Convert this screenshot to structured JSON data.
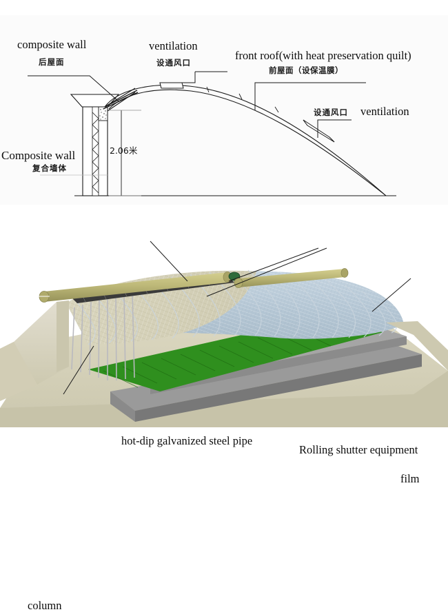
{
  "section_diagram": {
    "labels": {
      "composite_wall_top_en": "composite wall",
      "composite_wall_top_cn": "后屋面",
      "ventilation_top_en": "ventilation",
      "ventilation_top_cn": "设通风口",
      "front_roof_en": "front roof(with heat preservation quilt)",
      "front_roof_cn": "前屋面（设保温膜）",
      "ventilation_right_en": "ventilation",
      "ventilation_right_cn": "设通风口",
      "composite_wall_en": "Composite wall",
      "composite_wall_cn": "复合墙体",
      "wall_height": "2.06米"
    },
    "colors": {
      "background": "#fbfbfb",
      "line": "#1a1a1a",
      "thin_line": "#8c8c8c"
    }
  },
  "render_3d": {
    "labels": {
      "steel_pipe": "hot-dip galvanized steel pipe",
      "rolling_shutter": "Rolling shutter equipment",
      "film": "film",
      "column": "column"
    },
    "colors": {
      "wall": "#d8d4bc",
      "wall_shadow": "#c3bfa4",
      "wall_light": "#e4e0cb",
      "roller_pipe": "#bdb878",
      "roller_pipe_dark": "#9a9658",
      "motor": "#2f6b3a",
      "film": "#b9c9d6",
      "film_light": "#cfdbe4",
      "crop_green": "#2f8f1e",
      "crop_green_dark": "#1f6b12",
      "concrete": "#8f8f8f",
      "concrete_light": "#b5b5b5",
      "quilt_dark": "#3a3a3a",
      "steel": "#a8a8ae",
      "ground": "#d8d4bc"
    }
  }
}
